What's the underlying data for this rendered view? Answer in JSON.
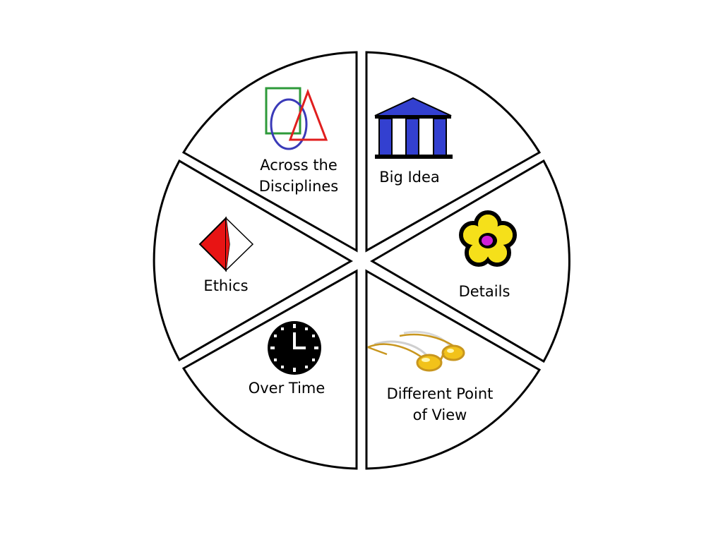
{
  "diagram": {
    "segments": [
      {
        "id": "across-the-disciplines",
        "label_lines": [
          "Across the",
          "Disciplines"
        ],
        "icon": "shapes-icon",
        "icon_colors": {
          "square": "#2e9a3a",
          "ellipse": "#3a3ab8",
          "triangle": "#e01e1e"
        }
      },
      {
        "id": "big-idea",
        "label_lines": [
          "Big Idea"
        ],
        "icon": "columns-building-icon",
        "icon_colors": {
          "fill": "#3340d0",
          "outline": "#000000"
        }
      },
      {
        "id": "details",
        "label_lines": [
          "Details"
        ],
        "icon": "flower-icon",
        "icon_colors": {
          "petals": "#f5e01a",
          "center": "#d020d8",
          "outline": "#000000"
        }
      },
      {
        "id": "different-point-of-view",
        "label_lines": [
          "Different Point",
          "of View"
        ],
        "icon": "eyeglasses-icon",
        "icon_colors": {
          "lens": "#f2c21a",
          "frame": "#c8961e"
        }
      },
      {
        "id": "over-time",
        "label_lines": [
          "Over Time"
        ],
        "icon": "clock-icon",
        "icon_colors": {
          "face": "#000000",
          "hands": "#ffffff"
        }
      },
      {
        "id": "ethics",
        "label_lines": [
          "Ethics"
        ],
        "icon": "split-diamond-icon",
        "icon_colors": {
          "left": "#e81414",
          "right": "#ffffff",
          "outline": "#000000"
        }
      }
    ]
  }
}
